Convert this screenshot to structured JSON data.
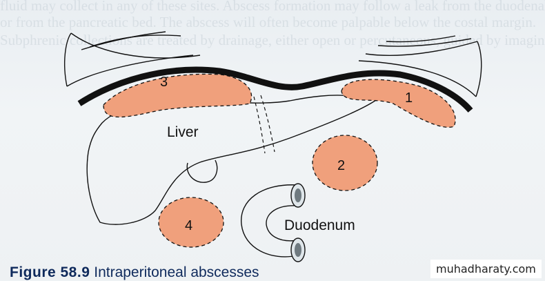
{
  "background_text": [
    "fluid may collect in any of these sites. Abscess formation may follow a leak from the duodenal stump",
    "or from the pancreatic bed. The abscess will often become palpable below the costal margin.",
    "Subphrenic collections are treated by drainage, either open or percutaneous, guided by imaging."
  ],
  "diagram": {
    "labels": {
      "liver": "Liver",
      "duodenum": "Duodenum",
      "space_1": "1",
      "space_2": "2",
      "space_3": "3",
      "space_4": "4"
    },
    "colors": {
      "abscess_fill": "#f0a07c",
      "outline": "#111111",
      "diaphragm": "#111111"
    }
  },
  "caption": {
    "figure_number": "Figure 58.9",
    "text": "Intraperitoneal abscesses"
  },
  "watermark": "muhadharaty.com"
}
